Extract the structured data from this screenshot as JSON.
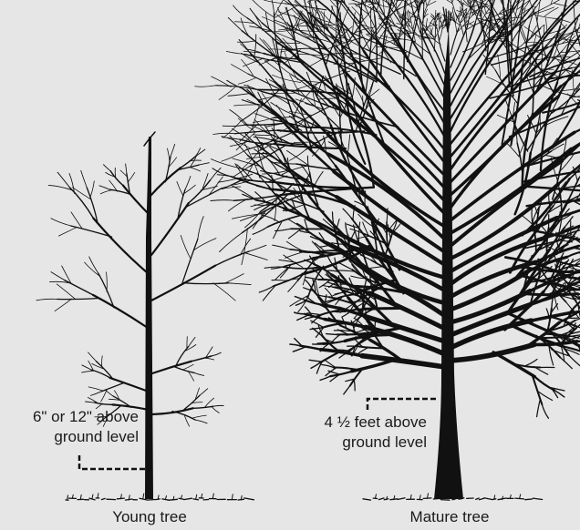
{
  "young_tree": {
    "measure_label_line1": "6\" or 12\" above",
    "measure_label_line2": "ground level",
    "caption": "Young tree"
  },
  "mature_tree": {
    "measure_label_line1": "4 ½ feet above",
    "measure_label_line2": "ground level",
    "caption": "Mature tree"
  },
  "colors": {
    "background": "#e6e6e6",
    "ink": "#111111"
  }
}
